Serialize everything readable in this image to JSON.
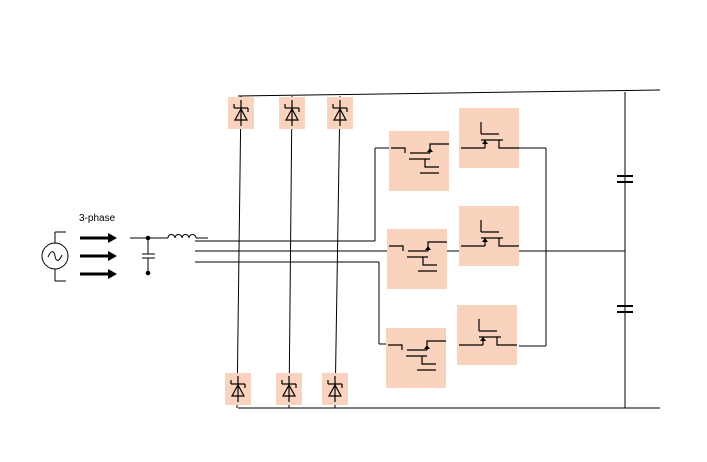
{
  "source": {
    "label": "3-phase"
  },
  "colors": {
    "wire": "#000000",
    "device_highlight": "#f9d3bd",
    "background": "#ffffff"
  },
  "components": {
    "ac_source": "ac-source-icon",
    "phase_arrows": 3,
    "filter_capacitor": "capacitor-icon",
    "input_inductor": "inductor-icon",
    "top_diodes": 3,
    "bottom_diodes": 3,
    "left_mosfets": 3,
    "right_mosfets": 3,
    "dc_link_capacitors": 2
  }
}
